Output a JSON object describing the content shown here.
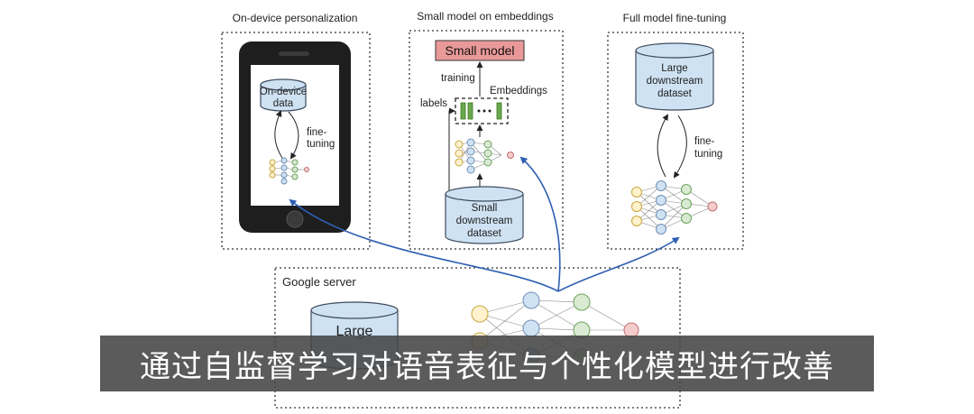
{
  "panels": {
    "on_device": {
      "title": "On-device personalization",
      "data_line1": "On-device",
      "data_line2": "data",
      "fine_line1": "fine-",
      "fine_line2": "tuning"
    },
    "small_model": {
      "title": "Small model on embeddings",
      "model_label": "Small model",
      "training": "training",
      "embeddings": "Embeddings",
      "labels": "labels",
      "dataset_line1": "Small",
      "dataset_line2": "downstream",
      "dataset_line3": "dataset"
    },
    "full_model": {
      "title": "Full model fine-tuning",
      "dataset_line1": "Large",
      "dataset_line2": "downstream",
      "dataset_line3": "dataset",
      "fine_line1": "fine-",
      "fine_line2": "tuning"
    },
    "server": {
      "title": "Google server",
      "dataset_line1": "Large"
    }
  },
  "caption": "通过自监督学习对语音表征与个性化模型进行改善",
  "colors": {
    "arrow_blue": "#2f5fb3",
    "small_model_fill": "#ea9999",
    "cylinder_fill": "#cfe2f3",
    "caption_bg": "#444444"
  }
}
